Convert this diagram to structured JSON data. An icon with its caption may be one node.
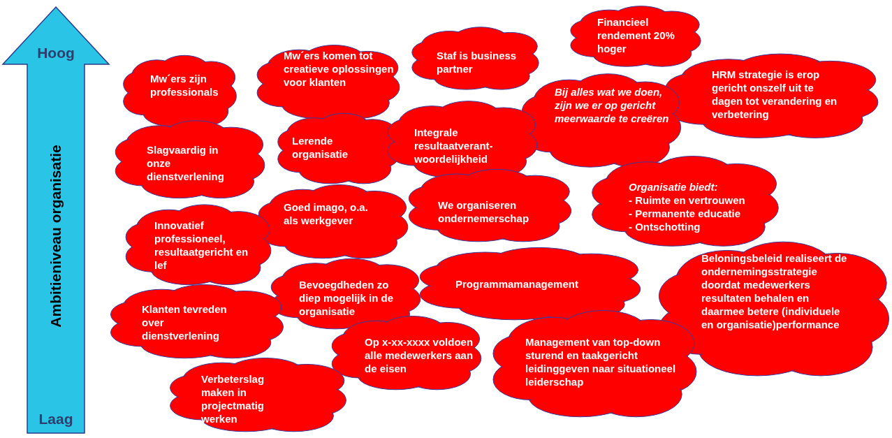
{
  "diagram": {
    "nodes": [
      {
        "text": [
          "Hoog",
          "Ambitieniveau organisatie",
          "Laag"
        ]
      },
      {
        "text": [
          "Mw´ers zijn professionals"
        ]
      },
      {
        "text": [
          "Mw´ers komen tot creatieve oplossingen voor klanten"
        ]
      },
      {
        "text": [
          "Staf is business partner"
        ]
      },
      {
        "text": [
          "Financieel rendement 20% hoger"
        ]
      },
      {
        "text": [
          "HRM strategie is erop gericht onszelf uit te dagen tot verandering en verbetering"
        ]
      },
      {
        "text": [
          "Bij alles wat we doen, zijn we er op gericht meerwaarde te creëren"
        ]
      },
      {
        "text": [
          "Slagvaardig in onze dienstverlening"
        ]
      },
      {
        "text": [
          "Lerende organisatie"
        ]
      },
      {
        "text": [
          "Integrale resultaatverant-woordelijkheid"
        ]
      },
      {
        "text": [
          "Organisatie biedt:",
          "- Ruimte en vertrouwen",
          "- Permanente educatie",
          "- Ontschotting"
        ]
      },
      {
        "text": [
          "Goed imago, o.a. als werkgever"
        ]
      },
      {
        "text": [
          "We organiseren ondernemerschap"
        ]
      },
      {
        "text": [
          "Innovatief professioneel, resultaatgericht en lef"
        ]
      },
      {
        "text": [
          "Beloningsbeleid realiseert de ondernemingsstrategie doordat medewerkers resultaten behalen en daarmee betere (individuele en organisatie)performance"
        ]
      },
      {
        "text": [
          "Programmamanagement"
        ]
      },
      {
        "text": [
          "Bevoegdheden zo diep mogelijk in de organisatie"
        ]
      },
      {
        "text": [
          "Klanten tevreden over dienstverlening"
        ]
      },
      {
        "text": [
          "Op x-xx-xxxx voldoen alle medewerkers aan de eisen"
        ]
      },
      {
        "text": [
          "Management van top-down sturend en taakgericht leidinggeven naar situationeel leiderschap"
        ]
      },
      {
        "text": [
          "Verbeterslag maken in projectmatig werken"
        ]
      }
    ]
  }
}
